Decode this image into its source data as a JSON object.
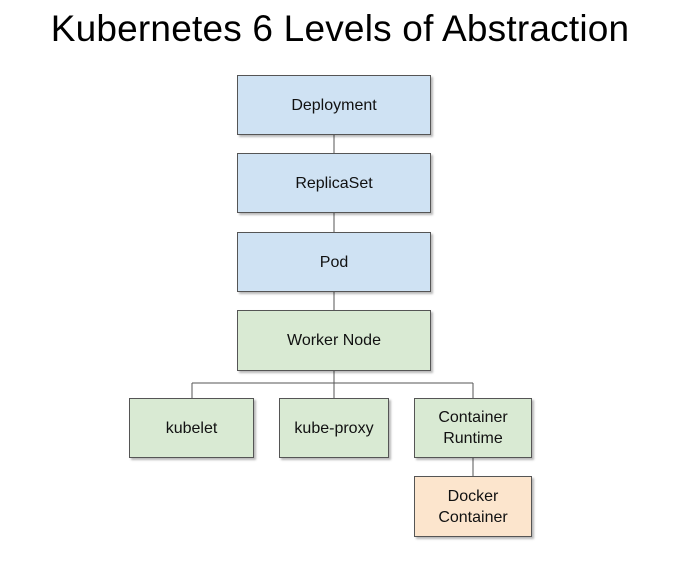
{
  "title": "Kubernetes 6 Levels of Abstraction",
  "colors": {
    "abstraction_fill": "#cfe2f3",
    "node_fill": "#d9ead3",
    "container_fill": "#fce5cd",
    "border": "#555555",
    "connector": "#555555"
  },
  "nodes": {
    "deployment": "Deployment",
    "replicaset": "ReplicaSet",
    "pod": "Pod",
    "worker_node": "Worker Node",
    "kubelet": "kubelet",
    "kube_proxy": "kube-proxy",
    "container_runtime": "Container\nRuntime",
    "docker_container": "Docker\nContainer"
  },
  "edges": [
    {
      "from": "Deployment",
      "to": "ReplicaSet"
    },
    {
      "from": "ReplicaSet",
      "to": "Pod"
    },
    {
      "from": "Pod",
      "to": "Worker Node"
    },
    {
      "from": "Worker Node",
      "to": "kubelet"
    },
    {
      "from": "Worker Node",
      "to": "kube-proxy"
    },
    {
      "from": "Worker Node",
      "to": "Container Runtime"
    },
    {
      "from": "Container Runtime",
      "to": "Docker Container"
    }
  ]
}
